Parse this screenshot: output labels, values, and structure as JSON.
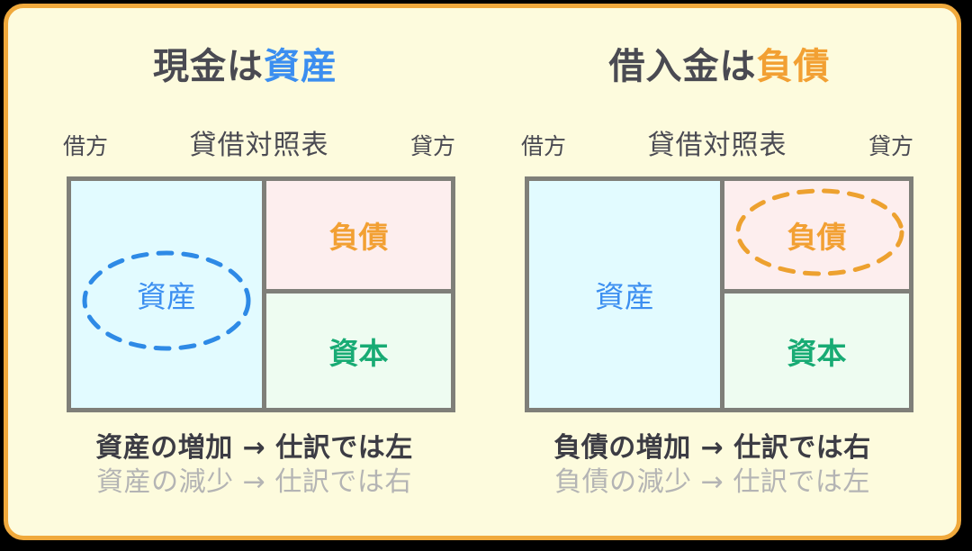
{
  "frame": {
    "background_color": "#fdfbdd",
    "border_color": "#f0a93c",
    "outside_color": "#000000"
  },
  "colors": {
    "asset_blue": "#3b8ef0",
    "liability_orange": "#f2a033",
    "capital_green": "#18ab74",
    "text_dark": "#4a4a52",
    "text_muted": "#b4b4b4",
    "box_border_gray": "#7f7f79",
    "asset_cell_bg": "#e2fbff",
    "liability_cell_bg": "#fdeeee",
    "capital_cell_bg": "#eefcf1"
  },
  "panels": [
    {
      "id": "cash-is-asset",
      "title": {
        "plain": "現金は",
        "accent": "資産",
        "full": "現金は資産"
      },
      "balance_sheet": {
        "debit_label": "借方",
        "center_label": "貸借対照表",
        "credit_label": "貸方",
        "cells": {
          "asset": "資産",
          "liability": "負債",
          "capital": "資本"
        },
        "highlight": "asset",
        "highlight_color": "#3b8ef0"
      },
      "captions": {
        "primary": "資産の増加 → 仕訳では左",
        "secondary": "資産の減少 → 仕訳では右"
      }
    },
    {
      "id": "loan-is-liability",
      "title": {
        "plain": "借入金は",
        "accent": "負債",
        "full": "借入金は負債"
      },
      "balance_sheet": {
        "debit_label": "借方",
        "center_label": "貸借対照表",
        "credit_label": "貸方",
        "cells": {
          "asset": "資産",
          "liability": "負債",
          "capital": "資本"
        },
        "highlight": "liability",
        "highlight_color": "#f2a033"
      },
      "captions": {
        "primary": "負債の増加 → 仕訳では右",
        "secondary": "負債の減少 → 仕訳では左"
      }
    }
  ]
}
